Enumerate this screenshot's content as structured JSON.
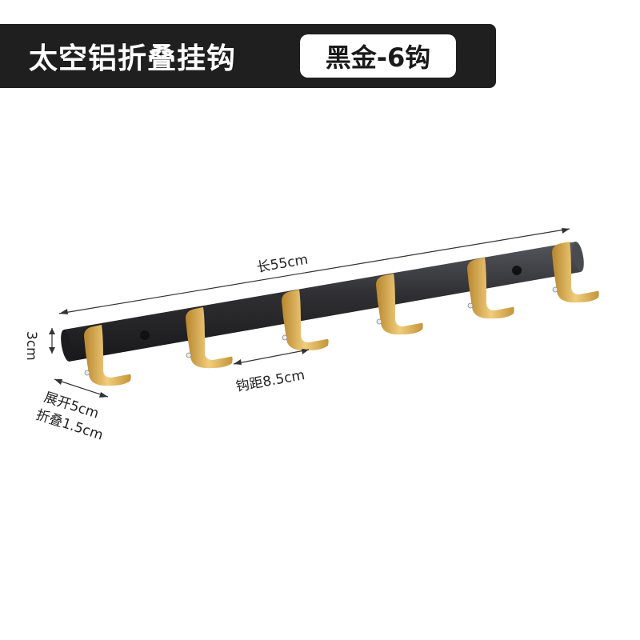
{
  "banner": {
    "title": "太空铝折叠挂钩",
    "variant": "黑金-6钩"
  },
  "product": {
    "rail_color": "#2f2f33",
    "hook_color": "#d8a94a",
    "hook_count": 6
  },
  "dimensions": {
    "length": "长55cm",
    "height": "3cm",
    "hook_spacing": "钩距8.5cm",
    "unfold": "展开5cm",
    "fold": "折叠1.5cm"
  }
}
